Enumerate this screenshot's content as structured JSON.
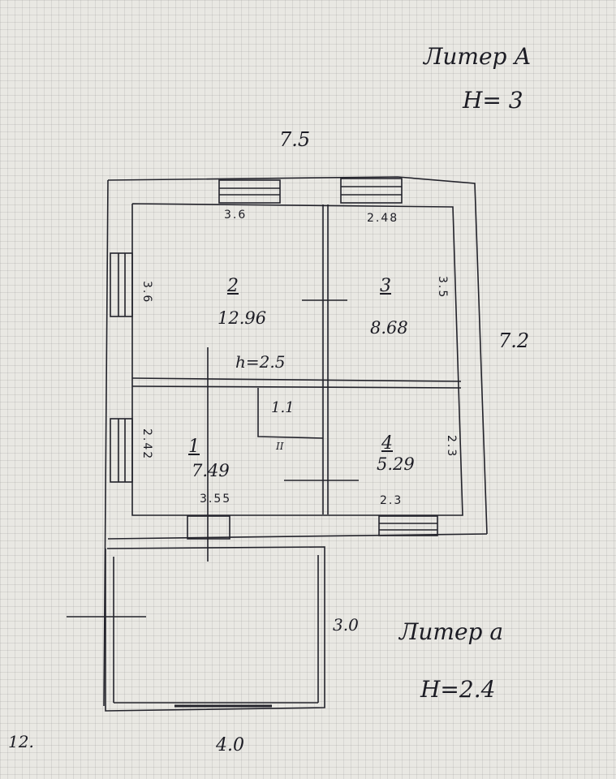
{
  "header": {
    "liter_a": "Литер А",
    "liter_a_height": "H= 3",
    "liter_a_lower": "Литер а",
    "liter_a_lower_height": "H=2.4"
  },
  "dimensions": {
    "overall_width": "7.5",
    "overall_depth": "7.2",
    "room2_width": "3.6",
    "room3_width": "2.48",
    "left_upper": "3.6",
    "right_upper": "3.5",
    "left_lower": "2.42",
    "right_lower": "2.3",
    "room1_width": "3.55",
    "room4_width": "2.3",
    "annex_depth": "3.0",
    "annex_width": "4.0",
    "corner_mark": "12."
  },
  "rooms": [
    {
      "number": "1",
      "area": "7.49"
    },
    {
      "number": "2",
      "area": "12.96"
    },
    {
      "number": "3",
      "area": "8.68"
    },
    {
      "number": "4",
      "area": "5.29"
    }
  ],
  "ceiling_height": "h=2.5",
  "hall": {
    "area": "1.1",
    "number": "II"
  },
  "ink_color": "#1c1c24"
}
